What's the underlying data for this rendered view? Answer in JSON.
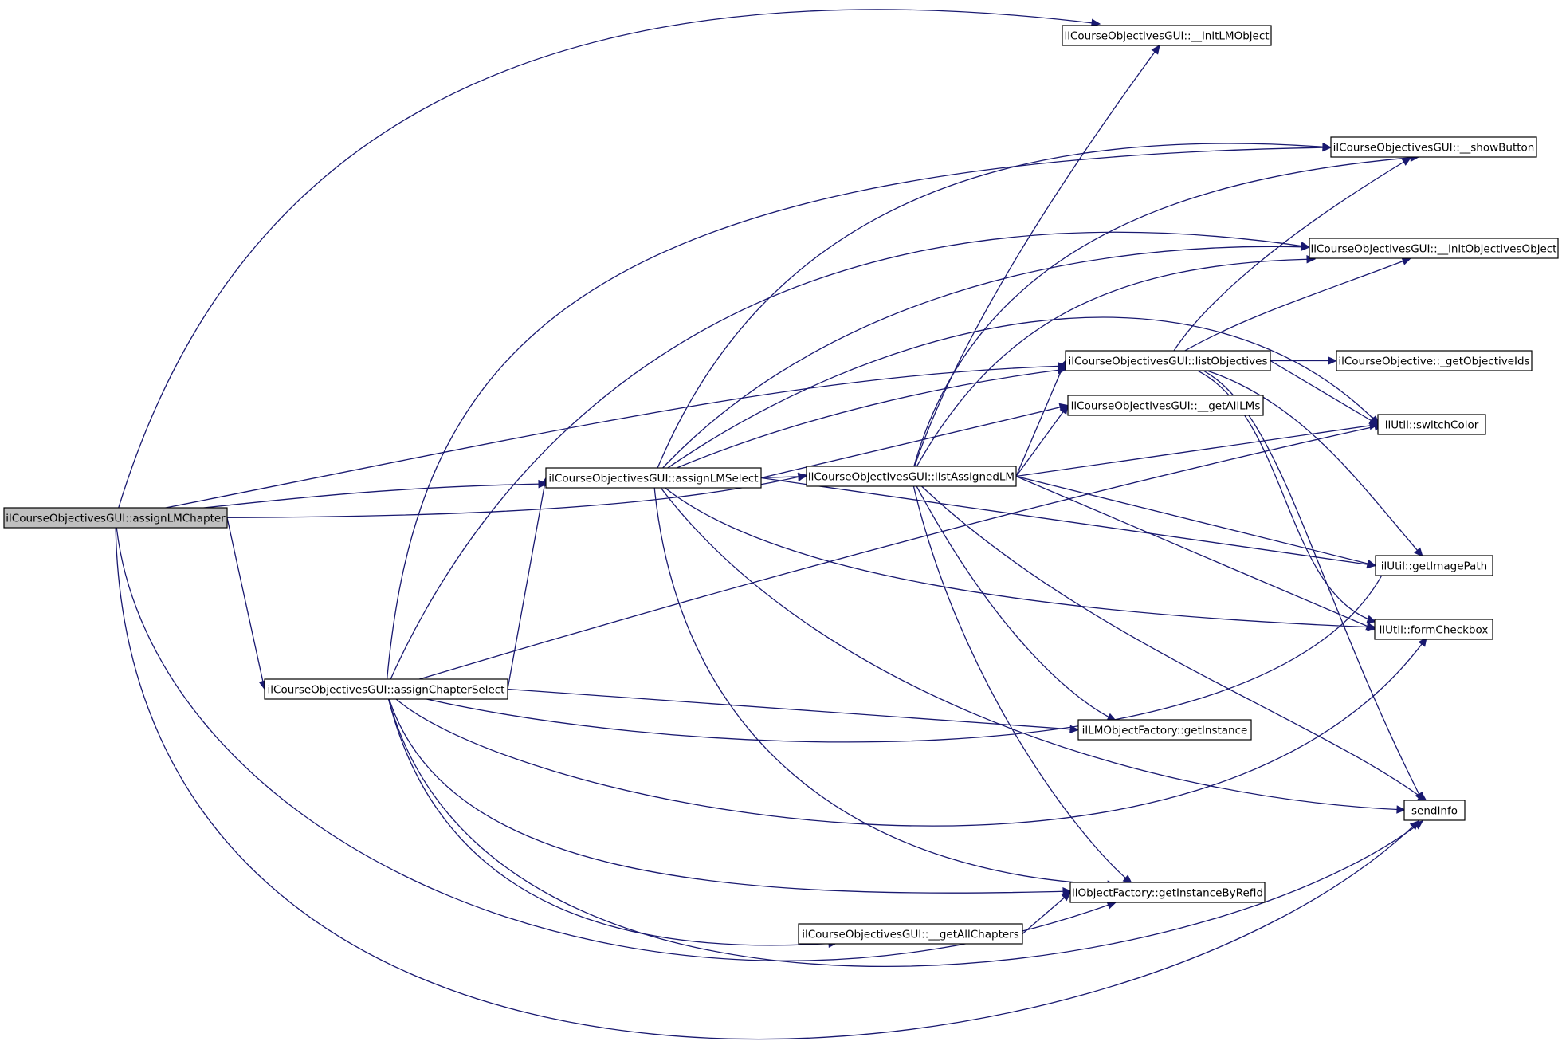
{
  "colors": {
    "edge": "#191970",
    "root_fill": "#bfbfbf",
    "node_fill": "#ffffff",
    "border": "#000000"
  },
  "nodes": [
    {
      "id": "assignLMChapter",
      "label": "ilCourseObjectivesGUI::assignLMChapter",
      "root": true
    },
    {
      "id": "assignLMSelect",
      "label": "ilCourseObjectivesGUI::assignLMSelect"
    },
    {
      "id": "assignChapterSelect",
      "label": "ilCourseObjectivesGUI::assignChapterSelect"
    },
    {
      "id": "listAssignedLM",
      "label": "ilCourseObjectivesGUI::listAssignedLM"
    },
    {
      "id": "initLMObject",
      "label": "ilCourseObjectivesGUI::__initLMObject"
    },
    {
      "id": "showButton",
      "label": "ilCourseObjectivesGUI::__showButton"
    },
    {
      "id": "initObjectivesObject",
      "label": "ilCourseObjectivesGUI::__initObjectivesObject"
    },
    {
      "id": "listObjectives",
      "label": "ilCourseObjectivesGUI::listObjectives"
    },
    {
      "id": "getObjectiveIds",
      "label": "ilCourseObjective::_getObjectiveIds"
    },
    {
      "id": "getAllLMs",
      "label": "ilCourseObjectivesGUI::__getAllLMs"
    },
    {
      "id": "switchColor",
      "label": "ilUtil::switchColor"
    },
    {
      "id": "getImagePath",
      "label": "ilUtil::getImagePath"
    },
    {
      "id": "formCheckbox",
      "label": "ilUtil::formCheckbox"
    },
    {
      "id": "lmGetInstance",
      "label": "ilLMObjectFactory::getInstance"
    },
    {
      "id": "sendInfo",
      "label": "sendInfo"
    },
    {
      "id": "getInstanceByRefId",
      "label": "ilObjectFactory::getInstanceByRefId"
    },
    {
      "id": "getAllChapters",
      "label": "ilCourseObjectivesGUI::__getAllChapters"
    }
  ],
  "edges": [
    [
      "assignLMChapter",
      "initLMObject"
    ],
    [
      "assignLMChapter",
      "listObjectives"
    ],
    [
      "assignLMChapter",
      "assignLMSelect"
    ],
    [
      "assignLMChapter",
      "listAssignedLM"
    ],
    [
      "assignLMChapter",
      "assignChapterSelect"
    ],
    [
      "assignLMChapter",
      "getInstanceByRefId"
    ],
    [
      "assignLMChapter",
      "sendInfo"
    ],
    [
      "assignLMSelect",
      "listAssignedLM"
    ],
    [
      "assignLMSelect",
      "showButton"
    ],
    [
      "assignLMSelect",
      "initObjectivesObject"
    ],
    [
      "assignLMSelect",
      "listObjectives"
    ],
    [
      "assignLMSelect",
      "getAllLMs"
    ],
    [
      "assignLMSelect",
      "switchColor"
    ],
    [
      "assignLMSelect",
      "getImagePath"
    ],
    [
      "assignLMSelect",
      "formCheckbox"
    ],
    [
      "assignLMSelect",
      "sendInfo"
    ],
    [
      "assignLMSelect",
      "getInstanceByRefId"
    ],
    [
      "assignChapterSelect",
      "assignLMSelect"
    ],
    [
      "assignChapterSelect",
      "showButton"
    ],
    [
      "assignChapterSelect",
      "initObjectivesObject"
    ],
    [
      "assignChapterSelect",
      "switchColor"
    ],
    [
      "assignChapterSelect",
      "lmGetInstance"
    ],
    [
      "assignChapterSelect",
      "getImagePath"
    ],
    [
      "assignChapterSelect",
      "formCheckbox"
    ],
    [
      "assignChapterSelect",
      "getInstanceByRefId"
    ],
    [
      "assignChapterSelect",
      "getAllChapters"
    ],
    [
      "assignChapterSelect",
      "sendInfo"
    ],
    [
      "listAssignedLM",
      "initLMObject"
    ],
    [
      "listAssignedLM",
      "showButton"
    ],
    [
      "listAssignedLM",
      "initObjectivesObject"
    ],
    [
      "listAssignedLM",
      "listObjectives"
    ],
    [
      "listAssignedLM",
      "getAllLMs"
    ],
    [
      "listAssignedLM",
      "switchColor"
    ],
    [
      "listAssignedLM",
      "getImagePath"
    ],
    [
      "listAssignedLM",
      "formCheckbox"
    ],
    [
      "listAssignedLM",
      "lmGetInstance"
    ],
    [
      "listAssignedLM",
      "sendInfo"
    ],
    [
      "listAssignedLM",
      "getInstanceByRefId"
    ],
    [
      "listObjectives",
      "showButton"
    ],
    [
      "listObjectives",
      "initObjectivesObject"
    ],
    [
      "listObjectives",
      "getObjectiveIds"
    ],
    [
      "listObjectives",
      "switchColor"
    ],
    [
      "listObjectives",
      "getImagePath"
    ],
    [
      "listObjectives",
      "formCheckbox"
    ],
    [
      "listObjectives",
      "sendInfo"
    ],
    [
      "getAllChapters",
      "getInstanceByRefId"
    ]
  ]
}
